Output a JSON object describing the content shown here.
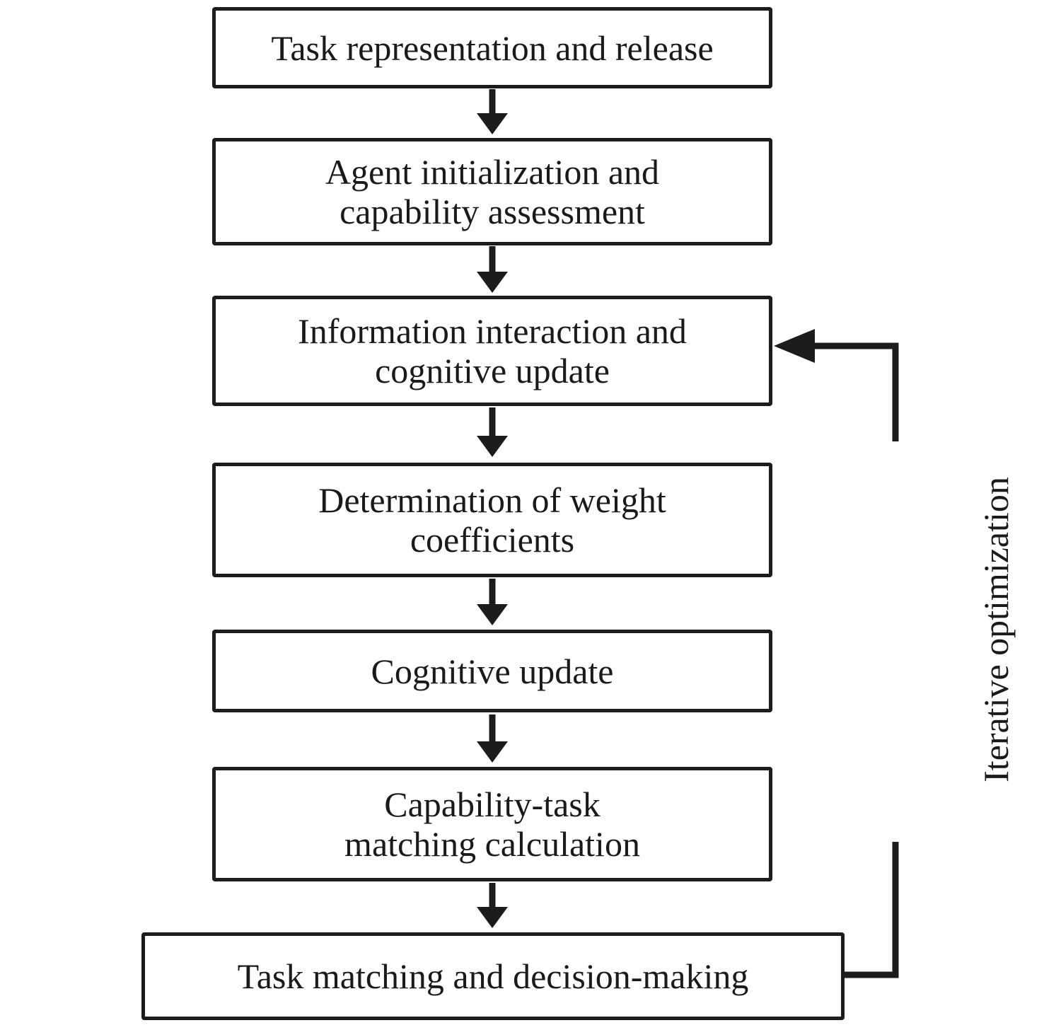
{
  "steps": [
    {
      "lines": [
        "Task representation and release"
      ]
    },
    {
      "lines": [
        "Agent initialization and",
        "capability assessment"
      ]
    },
    {
      "lines": [
        "Information interaction and",
        "cognitive update"
      ]
    },
    {
      "lines": [
        "Determination of weight",
        "coefficients"
      ]
    },
    {
      "lines": [
        "Cognitive update"
      ]
    },
    {
      "lines": [
        "Capability-task",
        "matching calculation"
      ]
    },
    {
      "lines": [
        "Task matching and decision-making"
      ]
    }
  ],
  "loop": {
    "label": "Iterative optimization"
  },
  "colors": {
    "stroke": "#1c1c1c",
    "text": "#1a1a1a",
    "background": "#ffffff"
  }
}
